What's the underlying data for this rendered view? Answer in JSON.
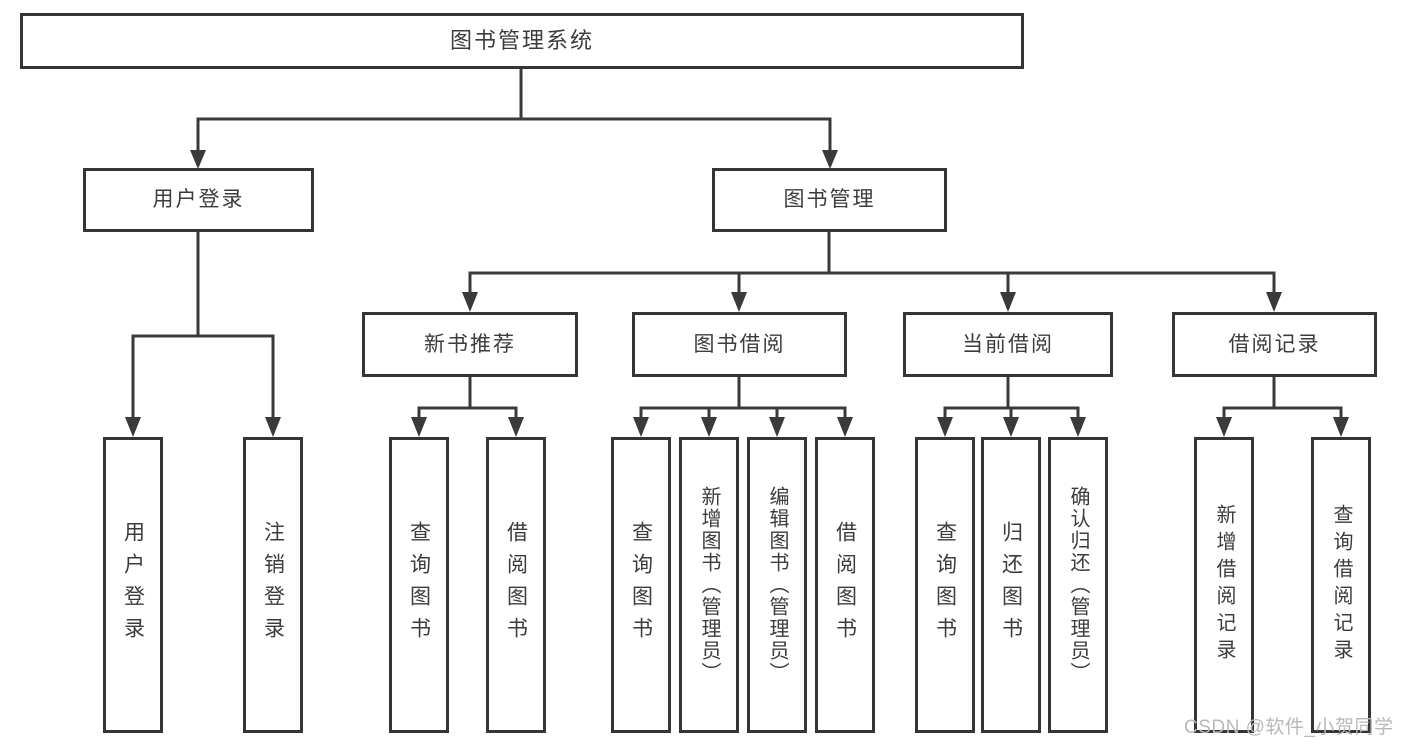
{
  "nodes": {
    "root": {
      "label": "图书管理系统"
    },
    "level2": [
      {
        "label": "用户登录"
      },
      {
        "label": "图书管理"
      }
    ],
    "level3": [
      {
        "label": "新书推荐"
      },
      {
        "label": "图书借阅"
      },
      {
        "label": "当前借阅"
      },
      {
        "label": "借阅记录"
      }
    ],
    "leaves": [
      {
        "label": "用户登录",
        "parent": "用户登录"
      },
      {
        "label": "注销登录",
        "parent": "用户登录"
      },
      {
        "label": "查询图书",
        "parent": "新书推荐"
      },
      {
        "label": "借阅图书",
        "parent": "新书推荐"
      },
      {
        "label": "查询图书",
        "parent": "图书借阅"
      },
      {
        "label": "新增图书（管理员）",
        "parent": "图书借阅"
      },
      {
        "label": "编辑图书（管理员）",
        "parent": "图书借阅"
      },
      {
        "label": "借阅图书",
        "parent": "图书借阅"
      },
      {
        "label": "查询图书",
        "parent": "当前借阅"
      },
      {
        "label": "归还图书",
        "parent": "当前借阅"
      },
      {
        "label": "确认归还（管理员）",
        "parent": "当前借阅"
      },
      {
        "label": "新增借阅记录",
        "parent": "借阅记录"
      },
      {
        "label": "查询借阅记录",
        "parent": "借阅记录"
      }
    ]
  },
  "hierarchy": {
    "label": "图书管理系统",
    "children": [
      {
        "label": "用户登录",
        "children": [
          "用户登录",
          "注销登录"
        ]
      },
      {
        "label": "图书管理",
        "children": [
          {
            "label": "新书推荐",
            "children": [
              "查询图书",
              "借阅图书"
            ]
          },
          {
            "label": "图书借阅",
            "children": [
              "查询图书",
              "新增图书（管理员）",
              "编辑图书（管理员）",
              "借阅图书"
            ]
          },
          {
            "label": "当前借阅",
            "children": [
              "查询图书",
              "归还图书",
              "确认归还（管理员）"
            ]
          },
          {
            "label": "借阅记录",
            "children": [
              "新增借阅记录",
              "查询借阅记录"
            ]
          }
        ]
      }
    ]
  },
  "watermark": {
    "text": "CSDN @软件_小贺同学"
  },
  "colors": {
    "line": "#3a3a3a",
    "border": "#353535",
    "text": "#3c3c3c",
    "watermark": "#b9b9b9",
    "background": "#ffffff"
  }
}
